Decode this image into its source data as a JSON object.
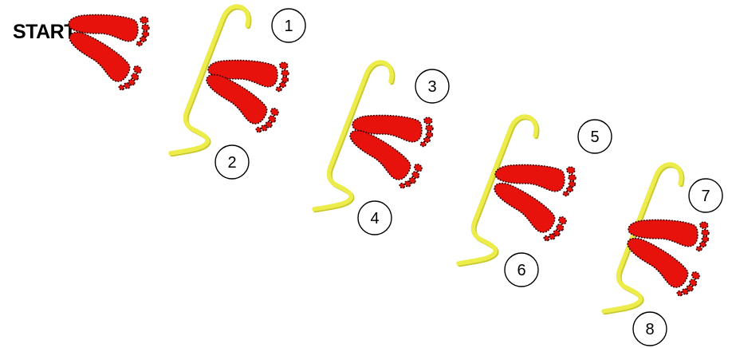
{
  "title": "START",
  "steps": [
    {
      "number": "1",
      "foot": "left"
    },
    {
      "number": "2",
      "foot": "right"
    },
    {
      "number": "3",
      "foot": "left"
    },
    {
      "number": "4",
      "foot": "right"
    },
    {
      "number": "5",
      "foot": "left"
    },
    {
      "number": "6",
      "foot": "right"
    },
    {
      "number": "7",
      "foot": "left"
    },
    {
      "number": "8",
      "foot": "right"
    }
  ],
  "hurdle_count": 4,
  "colors": {
    "foot": "#e8120c",
    "foot_outline": "#3a0000",
    "hurdle": "#ecec4a",
    "hurdle_shade": "#c9c832",
    "number_circle": "#000000"
  },
  "icons": {
    "foot": "footprint-icon",
    "hurdle": "hurdle-icon",
    "step": "step-number-circle"
  }
}
